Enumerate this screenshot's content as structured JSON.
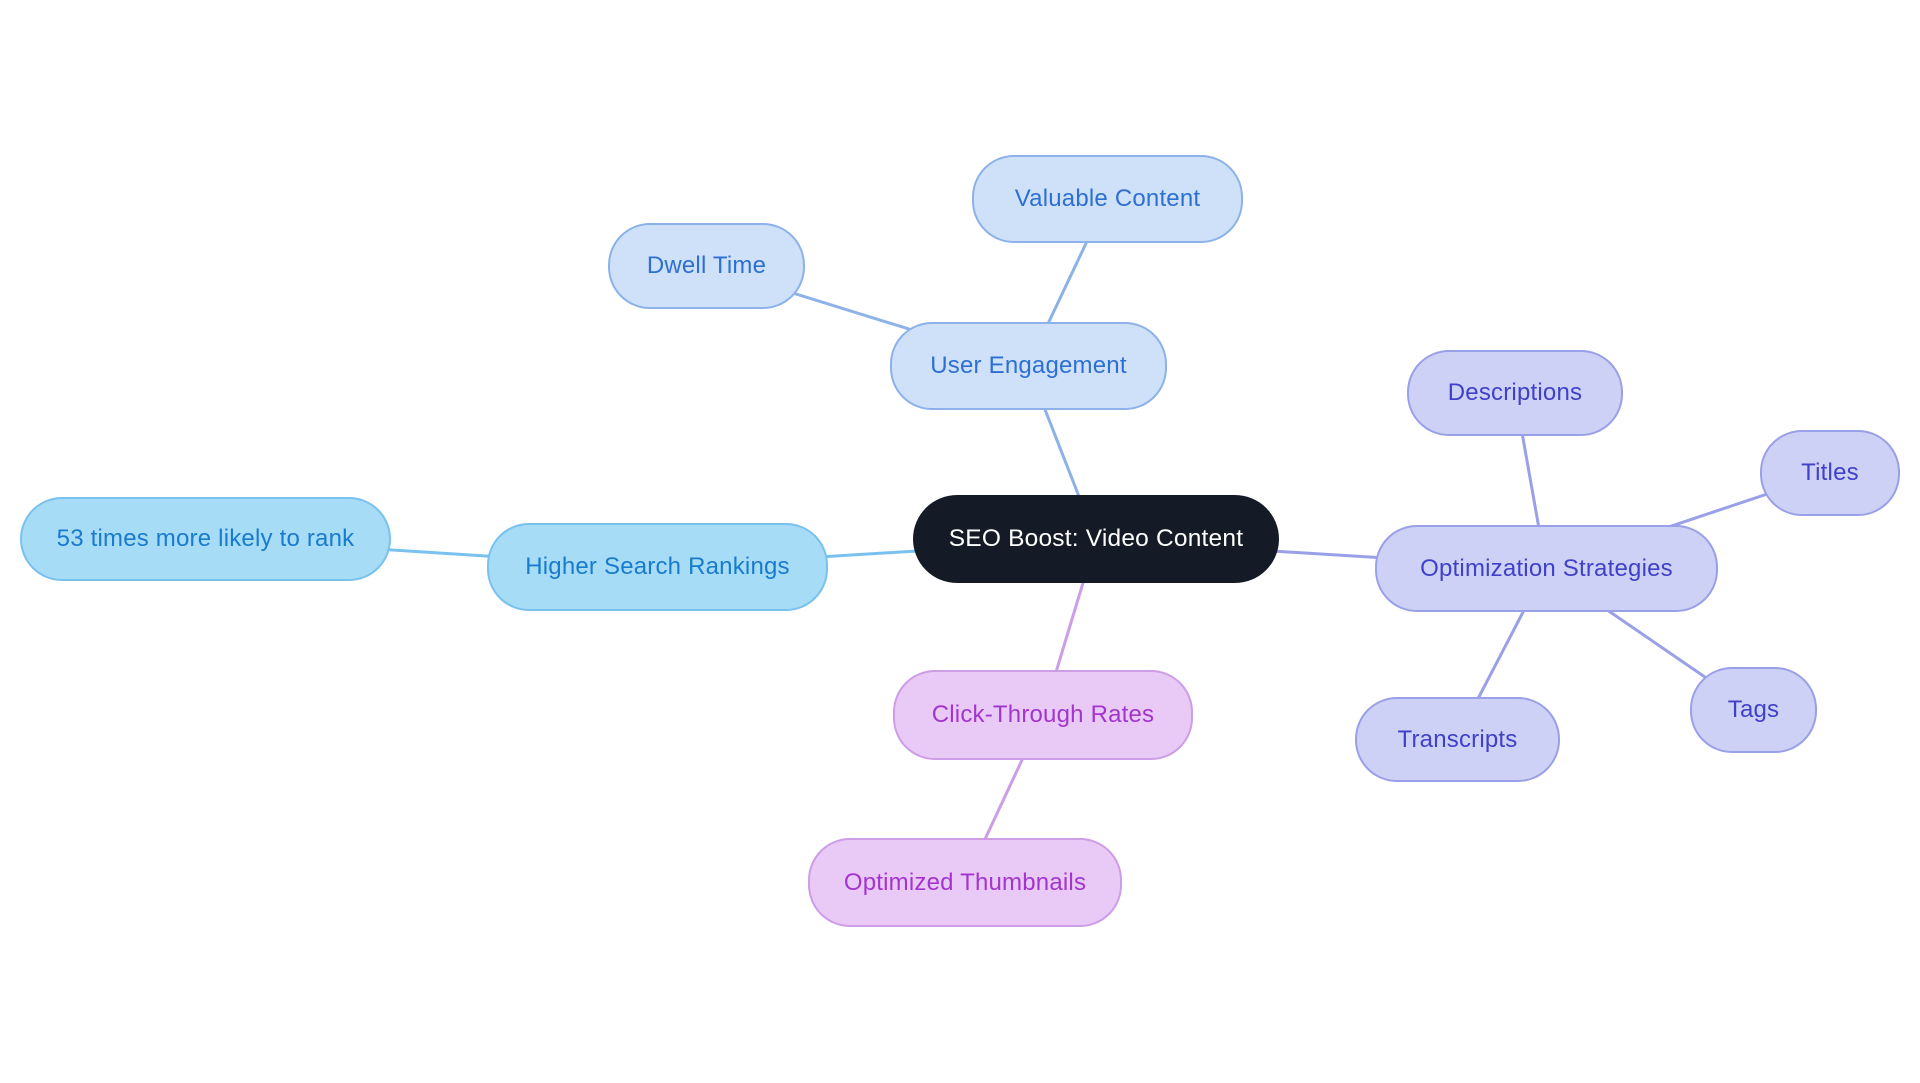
{
  "canvas": {
    "background": "#ffffff"
  },
  "root": {
    "label": "SEO Boost: Video Content",
    "fill": "#141b26",
    "text": "#ffffff"
  },
  "branches": {
    "engagement": {
      "label": "User Engagement",
      "fill": "#cfe1f8",
      "border": "#8cb2e9",
      "text": "#2d6fd2",
      "line": "#8cb2e9",
      "children": {
        "dwell": {
          "label": "Dwell Time"
        },
        "valuable": {
          "label": "Valuable Content"
        }
      }
    },
    "rankings": {
      "label": "Higher Search Rankings",
      "fill": "#a7dcf7",
      "border": "#79c1ee",
      "text": "#187bcd",
      "line": "#79c1ee",
      "children": {
        "stat53": {
          "label": "53 times more likely to rank"
        }
      }
    },
    "ctr": {
      "label": "Click-Through Rates",
      "fill": "#e9c9f6",
      "border": "#cd9de7",
      "text": "#a335cf",
      "line": "#cd9de7",
      "children": {
        "thumbnails": {
          "label": "Optimized Thumbnails"
        }
      }
    },
    "optimization": {
      "label": "Optimization Strategies",
      "fill": "#cdd1f5",
      "border": "#9aa0e7",
      "text": "#4040c8",
      "line": "#9aa0e7",
      "children": {
        "descriptions": {
          "label": "Descriptions"
        },
        "titles": {
          "label": "Titles"
        },
        "transcripts": {
          "label": "Transcripts"
        },
        "tags": {
          "label": "Tags"
        }
      }
    }
  }
}
